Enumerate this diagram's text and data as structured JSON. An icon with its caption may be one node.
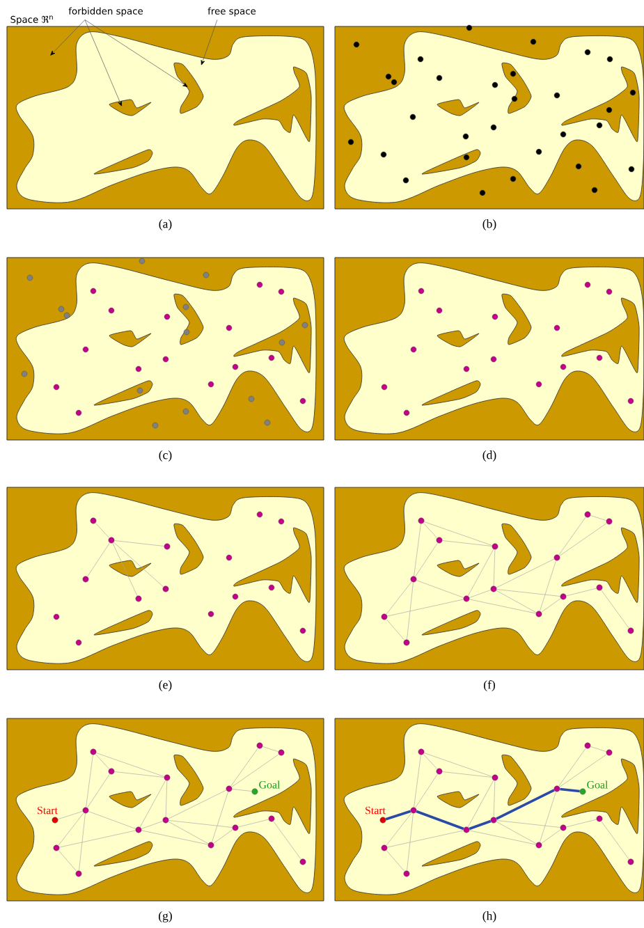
{
  "diagram": {
    "nodes": [
      {
        "text": [
          "forbidden space"
        ]
      },
      {
        "text": [
          "free space"
        ]
      },
      {
        "text": [],
        "shape": "circle"
      },
      {
        "text": [],
        "shape": "circle"
      },
      {
        "text": [],
        "shape": "circle"
      },
      {
        "text": [],
        "shape": "circle"
      },
      {
        "text": [],
        "shape": "circle"
      },
      {
        "text": [],
        "shape": "circle"
      },
      {
        "text": [],
        "shape": "circle"
      },
      {
        "text": [],
        "shape": "circle"
      },
      {
        "text": [],
        "shape": "circle"
      },
      {
        "text": [],
        "shape": "circle"
      },
      {
        "text": [],
        "shape": "circle"
      },
      {
        "text": [],
        "shape": "circle"
      },
      {
        "text": [],
        "shape": "circle"
      },
      {
        "text": [],
        "shape": "circle"
      },
      {
        "text": [],
        "shape": "circle"
      },
      {
        "text": [],
        "shape": "circle"
      },
      {
        "text": [],
        "shape": "circle"
      },
      {
        "text": [],
        "shape": "circle"
      },
      {
        "text": [],
        "shape": "circle"
      },
      {
        "text": [],
        "shape": "circle"
      },
      {
        "text": [],
        "shape": "circle"
      },
      {
        "text": [],
        "shape": "circle",
        "beside": [
          "Start"
        ]
      },
      {
        "text": [],
        "shape": "circle"
      },
      {
        "text": [],
        "shape": "circle"
      },
      {
        "text": [],
        "shape": "circle"
      },
      {
        "text": [],
        "shape": "circle"
      },
      {
        "text": [],
        "shape": "circle"
      },
      {
        "text": [],
        "shape": "circle"
      },
      {
        "text": [],
        "shape": "circle"
      },
      {
        "text": [],
        "shape": "circle"
      },
      {
        "text": [],
        "shape": "circle"
      },
      {
        "text": [],
        "shape": "circle"
      },
      {
        "text": [],
        "shape": "circle"
      },
      {
        "text": [],
        "shape": "circle"
      },
      {
        "text": [],
        "shape": "circle"
      },
      {
        "text": [],
        "shape": "circle"
      },
      {
        "text": [],
        "shape": "circle"
      },
      {
        "text": [],
        "shape": "circle",
        "beside": [
          "Goal"
        ]
      },
      {
        "text": [],
        "shape": "circle",
        "beside": [
          "Start"
        ]
      },
      {
        "text": [],
        "shape": "circle"
      },
      {
        "text": [],
        "shape": "circle"
      },
      {
        "text": [],
        "shape": "circle"
      },
      {
        "text": [],
        "shape": "circle"
      },
      {
        "text": [],
        "shape": "circle"
      },
      {
        "text": [],
        "shape": "circle"
      },
      {
        "text": [],
        "shape": "circle"
      },
      {
        "text": [],
        "shape": "circle"
      },
      {
        "text": [],
        "shape": "circle"
      },
      {
        "text": [],
        "shape": "circle"
      },
      {
        "text": [],
        "shape": "circle"
      },
      {
        "text": [],
        "shape": "circle"
      },
      {
        "text": [],
        "shape": "circle"
      },
      {
        "text": [],
        "shape": "circle"
      },
      {
        "text": [],
        "shape": "circle"
      },
      {
        "text": [],
        "shape": "circle",
        "beside": [
          "Goal"
        ]
      }
    ],
    "edges": [
      {
        "from": 0,
        "to": null,
        "arrow": "to",
        "color": "#505050"
      },
      {
        "from": 0,
        "to": null,
        "arrow": "to",
        "color": "#505050"
      },
      {
        "from": 0,
        "to": null,
        "arrow": "to",
        "color": "#505050"
      },
      {
        "from": 1,
        "to": null,
        "arrow": "to",
        "color": "#505050"
      },
      {
        "from": 3,
        "to": 2,
        "arrow": "none"
      },
      {
        "from": 3,
        "to": 4,
        "arrow": "none"
      },
      {
        "from": 3,
        "to": 5,
        "arrow": "none"
      },
      {
        "from": 3,
        "to": 6,
        "arrow": "none"
      },
      {
        "from": 3,
        "to": 7,
        "arrow": "none"
      },
      {
        "from": 8,
        "to": 9,
        "arrow": "none"
      },
      {
        "from": 8,
        "to": 10,
        "arrow": "none"
      },
      {
        "from": 9,
        "to": 10,
        "arrow": "none"
      },
      {
        "from": 8,
        "to": 11,
        "arrow": "none"
      },
      {
        "from": 11,
        "to": 21,
        "arrow": "none"
      },
      {
        "from": 9,
        "to": 11,
        "arrow": "none"
      },
      {
        "from": 11,
        "to": 20,
        "arrow": "none"
      },
      {
        "from": 11,
        "to": 12,
        "arrow": "none"
      },
      {
        "from": 20,
        "to": 12,
        "arrow": "none"
      },
      {
        "from": 20,
        "to": 21,
        "arrow": "none"
      },
      {
        "from": 10,
        "to": 12,
        "arrow": "none"
      },
      {
        "from": 10,
        "to": 13,
        "arrow": "none"
      },
      {
        "from": 12,
        "to": 13,
        "arrow": "none"
      },
      {
        "from": 13,
        "to": 14,
        "arrow": "none"
      },
      {
        "from": 13,
        "to": 18,
        "arrow": "none"
      },
      {
        "from": 13,
        "to": 19,
        "arrow": "none"
      },
      {
        "from": 12,
        "to": 19,
        "arrow": "none"
      },
      {
        "from": 14,
        "to": 15,
        "arrow": "none"
      },
      {
        "from": 14,
        "to": 16,
        "arrow": "none"
      },
      {
        "from": 15,
        "to": 16,
        "arrow": "none"
      },
      {
        "from": 14,
        "to": 19,
        "arrow": "none"
      },
      {
        "from": 19,
        "to": 18,
        "arrow": "none"
      },
      {
        "from": 18,
        "to": 17,
        "arrow": "none"
      },
      {
        "from": 17,
        "to": 22,
        "arrow": "none"
      },
      {
        "from": 24,
        "to": 25,
        "arrow": "none"
      },
      {
        "from": 24,
        "to": 26,
        "arrow": "none"
      },
      {
        "from": 25,
        "to": 26,
        "arrow": "none"
      },
      {
        "from": 24,
        "to": 27,
        "arrow": "none"
      },
      {
        "from": 27,
        "to": 37,
        "arrow": "none"
      },
      {
        "from": 25,
        "to": 27,
        "arrow": "none"
      },
      {
        "from": 27,
        "to": 36,
        "arrow": "none"
      },
      {
        "from": 27,
        "to": 28,
        "arrow": "none"
      },
      {
        "from": 36,
        "to": 28,
        "arrow": "none"
      },
      {
        "from": 36,
        "to": 37,
        "arrow": "none"
      },
      {
        "from": 26,
        "to": 28,
        "arrow": "none"
      },
      {
        "from": 26,
        "to": 29,
        "arrow": "none"
      },
      {
        "from": 28,
        "to": 29,
        "arrow": "none"
      },
      {
        "from": 29,
        "to": 30,
        "arrow": "none"
      },
      {
        "from": 29,
        "to": 34,
        "arrow": "none"
      },
      {
        "from": 29,
        "to": 35,
        "arrow": "none"
      },
      {
        "from": 28,
        "to": 35,
        "arrow": "none"
      },
      {
        "from": 30,
        "to": 31,
        "arrow": "none"
      },
      {
        "from": 30,
        "to": 32,
        "arrow": "none"
      },
      {
        "from": 31,
        "to": 32,
        "arrow": "none"
      },
      {
        "from": 30,
        "to": 35,
        "arrow": "none"
      },
      {
        "from": 35,
        "to": 34,
        "arrow": "none"
      },
      {
        "from": 34,
        "to": 33,
        "arrow": "none"
      },
      {
        "from": 33,
        "to": 38,
        "arrow": "none"
      },
      {
        "from": 23,
        "to": 27,
        "arrow": "none"
      },
      {
        "from": 30,
        "to": 39,
        "arrow": "none"
      },
      {
        "from": 41,
        "to": 42,
        "arrow": "none"
      },
      {
        "from": 41,
        "to": 43,
        "arrow": "none"
      },
      {
        "from": 42,
        "to": 43,
        "arrow": "none"
      },
      {
        "from": 41,
        "to": 44,
        "arrow": "none"
      },
      {
        "from": 44,
        "to": 54,
        "arrow": "none"
      },
      {
        "from": 42,
        "to": 44,
        "arrow": "none"
      },
      {
        "from": 44,
        "to": 53,
        "arrow": "none"
      },
      {
        "from": 44,
        "to": 45,
        "arrow": "none",
        "style": "thick",
        "color": "#2a4aa8"
      },
      {
        "from": 53,
        "to": 45,
        "arrow": "none"
      },
      {
        "from": 53,
        "to": 54,
        "arrow": "none"
      },
      {
        "from": 43,
        "to": 45,
        "arrow": "none"
      },
      {
        "from": 43,
        "to": 46,
        "arrow": "none"
      },
      {
        "from": 45,
        "to": 46,
        "arrow": "none",
        "style": "thick",
        "color": "#2a4aa8"
      },
      {
        "from": 46,
        "to": 47,
        "arrow": "none",
        "style": "thick",
        "color": "#2a4aa8"
      },
      {
        "from": 46,
        "to": 51,
        "arrow": "none"
      },
      {
        "from": 46,
        "to": 52,
        "arrow": "none"
      },
      {
        "from": 45,
        "to": 52,
        "arrow": "none"
      },
      {
        "from": 47,
        "to": 48,
        "arrow": "none"
      },
      {
        "from": 47,
        "to": 49,
        "arrow": "none"
      },
      {
        "from": 48,
        "to": 49,
        "arrow": "none"
      },
      {
        "from": 47,
        "to": 52,
        "arrow": "none"
      },
      {
        "from": 52,
        "to": 51,
        "arrow": "none"
      },
      {
        "from": 51,
        "to": 50,
        "arrow": "none"
      },
      {
        "from": 50,
        "to": 55,
        "arrow": "none"
      },
      {
        "from": 40,
        "to": 44,
        "arrow": "none",
        "style": "thick",
        "color": "#2a4aa8"
      },
      {
        "from": 47,
        "to": 56,
        "arrow": "none",
        "style": "thick",
        "color": "#2a4aa8"
      }
    ],
    "labels": [
      "Space ℜ$^{n}$",
      "(a)",
      "(b)",
      "(c)",
      "(d)",
      "(e)",
      "(f)",
      "(g)",
      "(h)"
    ]
  }
}
